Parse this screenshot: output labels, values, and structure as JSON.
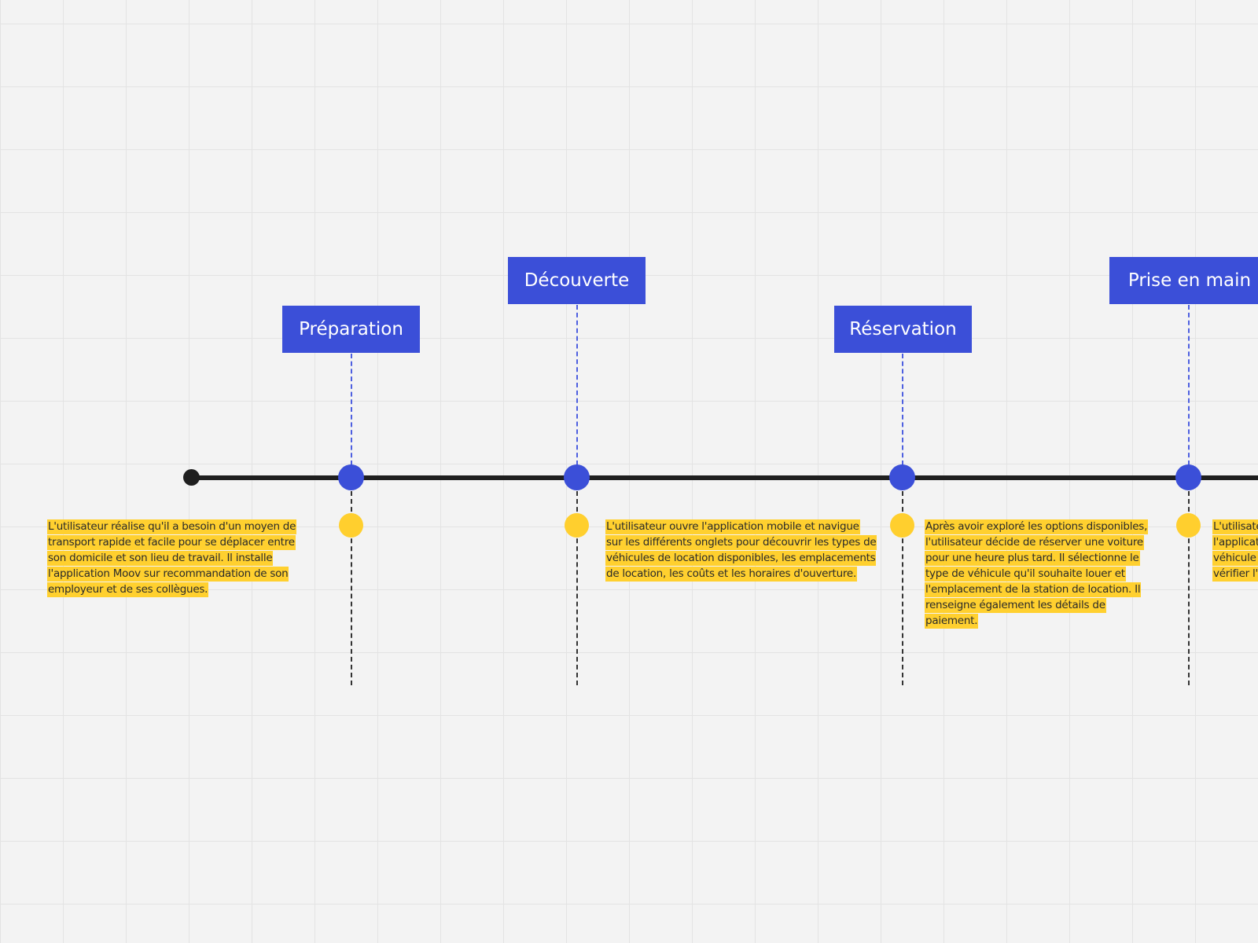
{
  "diagram": {
    "colors": {
      "background": "#f3f3f3",
      "grid": "#e3e3e3",
      "stage": "#3b4fd8",
      "note": "#ffd02f",
      "axis": "#1f1f1f"
    },
    "stages": [
      {
        "label": "Préparation",
        "description": "L'utilisateur réalise qu'il a besoin d'un moyen de transport rapide et facile pour se déplacer entre son domicile et son lieu de travail. Il installe l'application Moov sur recommandation de son employeur et de ses collègues."
      },
      {
        "label": "Découverte",
        "description": "L'utilisateur ouvre l'application mobile et navigue sur les différents onglets pour découvrir les types de véhicules de location disponibles, les emplacements de location, les coûts et les horaires d'ouverture."
      },
      {
        "label": "Réservation",
        "description": "Après avoir exploré les options disponibles, l'utilisateur décide de réserver une voiture pour une heure plus tard. Il sélectionne le type de véhicule qu'il souhaite louer et l'emplacement de la station de location. Il renseigne également les détails de paiement."
      },
      {
        "label": "Prise en main",
        "description": "L'utilisateur accède au véhicule via l'application, peut accéder à l'état général du véhicule et effectuer une inspection pour en vérifier l'état."
      }
    ]
  }
}
